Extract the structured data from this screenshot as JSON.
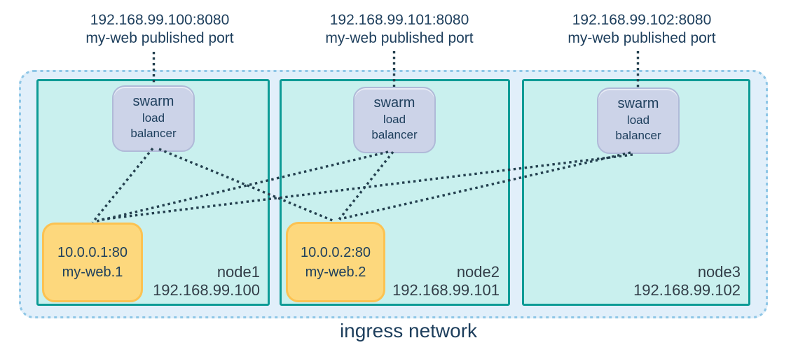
{
  "colors": {
    "ingress-fill": "#e1effa",
    "ingress-border": "#8ec6e6",
    "node-fill": "#c9f0ee",
    "node-border": "#0d9b95",
    "lb-fill": "#ccd3e8",
    "lb-border": "#b0bad8",
    "task-fill": "#fdd87d",
    "task-border": "#fcc251",
    "text-navy": "#1d3e5c",
    "text-dark": "#333e48",
    "line": "#24404f"
  },
  "published_ports": [
    {
      "address": "192.168.99.100:8080",
      "caption": "my-web published port"
    },
    {
      "address": "192.168.99.101:8080",
      "caption": "my-web published port"
    },
    {
      "address": "192.168.99.102:8080",
      "caption": "my-web published port"
    }
  ],
  "load_balancer": {
    "line1": "swarm",
    "line2": "load",
    "line3": "balancer"
  },
  "nodes": [
    {
      "name": "node1",
      "ip": "192.168.99.100",
      "task": {
        "address": "10.0.0.1:80",
        "name": "my-web.1"
      }
    },
    {
      "name": "node2",
      "ip": "192.168.99.101",
      "task": {
        "address": "10.0.0.2:80",
        "name": "my-web.2"
      }
    },
    {
      "name": "node3",
      "ip": "192.168.99.102"
    }
  ],
  "network_label": "ingress network",
  "connections": [
    {
      "from": "node1-load-balancer",
      "to": "my-web.1"
    },
    {
      "from": "node1-load-balancer",
      "to": "my-web.2"
    },
    {
      "from": "node2-load-balancer",
      "to": "my-web.1"
    },
    {
      "from": "node2-load-balancer",
      "to": "my-web.2"
    },
    {
      "from": "node3-load-balancer",
      "to": "my-web.1"
    },
    {
      "from": "node3-load-balancer",
      "to": "my-web.2"
    },
    {
      "from": "published-port-192.168.99.100:8080",
      "to": "node1-load-balancer"
    },
    {
      "from": "published-port-192.168.99.101:8080",
      "to": "node2-load-balancer"
    },
    {
      "from": "published-port-192.168.99.102:8080",
      "to": "node3-load-balancer"
    }
  ]
}
